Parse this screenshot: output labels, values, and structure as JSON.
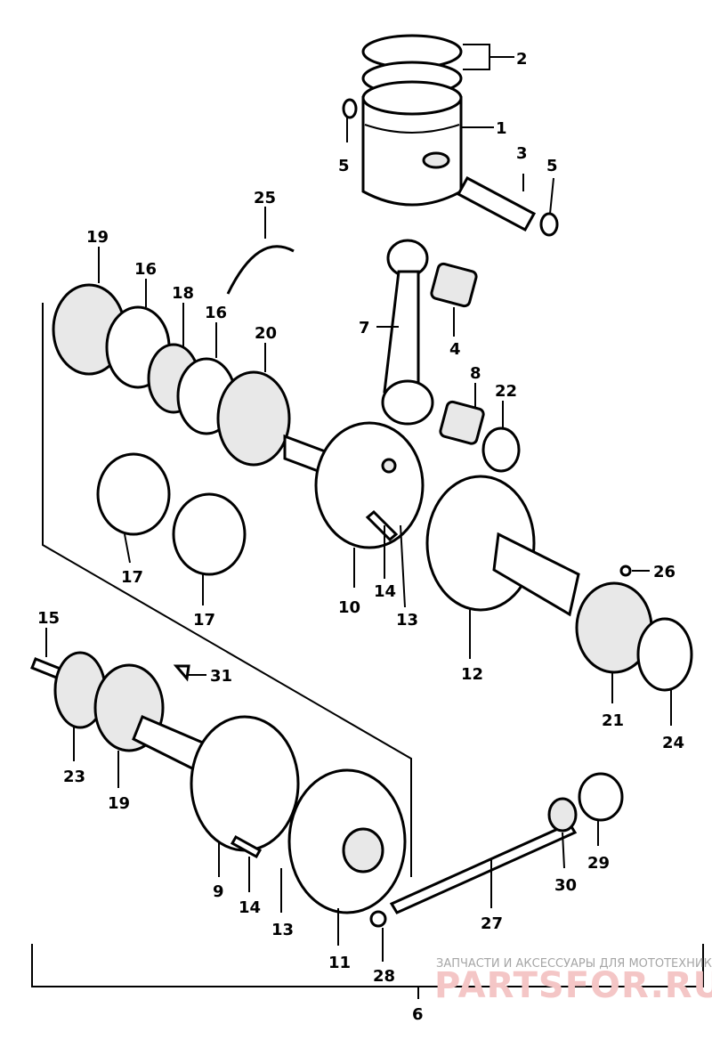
{
  "diagram": {
    "callouts": [
      {
        "id": "2",
        "text": "2"
      },
      {
        "id": "1",
        "text": "1"
      },
      {
        "id": "5a",
        "text": "5"
      },
      {
        "id": "3",
        "text": "3"
      },
      {
        "id": "5b",
        "text": "5"
      },
      {
        "id": "25",
        "text": "25"
      },
      {
        "id": "19a",
        "text": "19"
      },
      {
        "id": "16a",
        "text": "16"
      },
      {
        "id": "18",
        "text": "18"
      },
      {
        "id": "16b",
        "text": "16"
      },
      {
        "id": "20",
        "text": "20"
      },
      {
        "id": "7",
        "text": "7"
      },
      {
        "id": "4",
        "text": "4"
      },
      {
        "id": "8",
        "text": "8"
      },
      {
        "id": "22",
        "text": "22"
      },
      {
        "id": "17a",
        "text": "17"
      },
      {
        "id": "17b",
        "text": "17"
      },
      {
        "id": "10",
        "text": "10"
      },
      {
        "id": "14a",
        "text": "14"
      },
      {
        "id": "13a",
        "text": "13"
      },
      {
        "id": "12",
        "text": "12"
      },
      {
        "id": "26",
        "text": "26"
      },
      {
        "id": "21",
        "text": "21"
      },
      {
        "id": "24",
        "text": "24"
      },
      {
        "id": "15",
        "text": "15"
      },
      {
        "id": "31",
        "text": "31"
      },
      {
        "id": "23",
        "text": "23"
      },
      {
        "id": "19b",
        "text": "19"
      },
      {
        "id": "9",
        "text": "9"
      },
      {
        "id": "14b",
        "text": "14"
      },
      {
        "id": "13b",
        "text": "13"
      },
      {
        "id": "11",
        "text": "11"
      },
      {
        "id": "28",
        "text": "28"
      },
      {
        "id": "27",
        "text": "27"
      },
      {
        "id": "30",
        "text": "30"
      },
      {
        "id": "29",
        "text": "29"
      },
      {
        "id": "6",
        "text": "6"
      }
    ]
  },
  "watermark": {
    "tagline": "ЗАПЧАСТИ И АКСЕССУАРЫ ДЛЯ МОТОТЕХНИКИ",
    "brand": "PARTSFOR.RU"
  }
}
